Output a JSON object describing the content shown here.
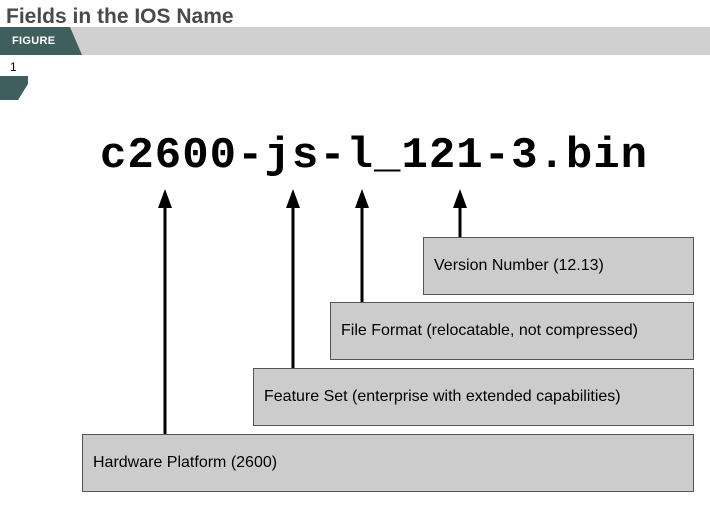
{
  "header": {
    "title": "Fields in the IOS Name",
    "figure_label": "FIGURE",
    "figure_number": "1"
  },
  "diagram": {
    "filename": "c2600-js-l_121-3.bin",
    "fields": [
      {
        "id": "version",
        "label": "Version Number (12.13)"
      },
      {
        "id": "format",
        "label": "File Format (relocatable, not compressed)"
      },
      {
        "id": "feature",
        "label": "Feature Set  (enterprise with extended capabilities)"
      },
      {
        "id": "hardware",
        "label": "Hardware Platform (2600)"
      }
    ]
  },
  "colors": {
    "tab": "#3f5f5f",
    "bar": "#d0d0d0",
    "box_fill": "#cccccc",
    "box_border": "#555555",
    "arrow": "#000000",
    "title": "#4a4a4a"
  }
}
